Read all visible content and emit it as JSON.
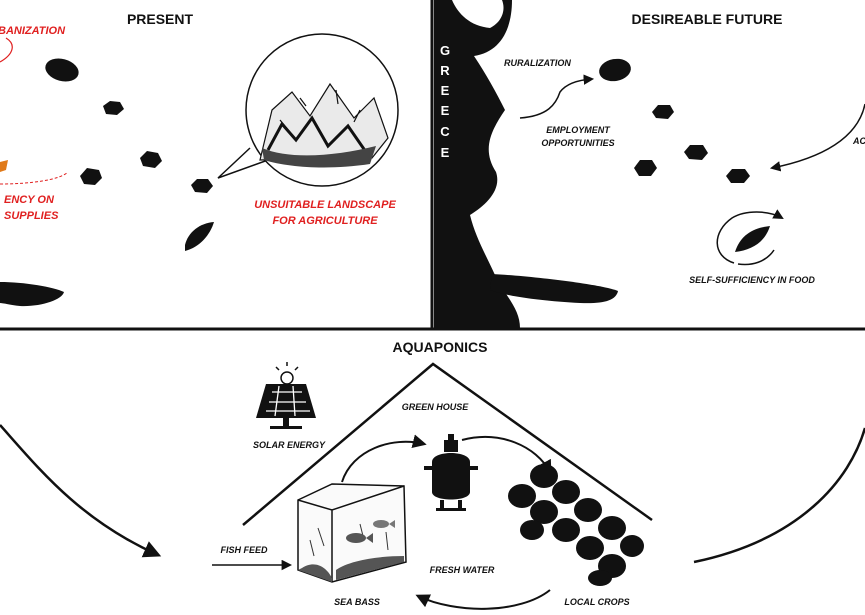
{
  "panels": {
    "present": {
      "title": "PRESENT",
      "labels": {
        "urbanization": "BANIZATION",
        "dependency_line1": "ENCY ON",
        "dependency_line2": "SUPPLIES",
        "landscape_line1": "UNSUITABLE LANDSCAPE",
        "landscape_line2": "FOR AGRICULTURE"
      }
    },
    "future": {
      "title": "DESIREABLE FUTURE",
      "country_letters": [
        "G",
        "R",
        "E",
        "E",
        "C",
        "E"
      ],
      "labels": {
        "ruralization": "RURALIZATION",
        "employment_line1": "EMPLOYMENT",
        "employment_line2": "OPPORTUNITIES",
        "cut_label": "AC",
        "self_sufficiency": "SELF-SUFFICIENCY IN FOOD"
      }
    },
    "aquaponics": {
      "title": "AQUAPONICS",
      "labels": {
        "green_house": "GREEN HOUSE",
        "solar_energy": "SOLAR ENERGY",
        "fish_feed": "FISH FEED",
        "fresh_water": "FRESH WATER",
        "sea_bass": "SEA BASS",
        "local_crops": "LOCAL CROPS"
      }
    }
  },
  "colors": {
    "ink": "#111111",
    "red_text": "#e02020",
    "orange_accent": "#e07a1a"
  }
}
